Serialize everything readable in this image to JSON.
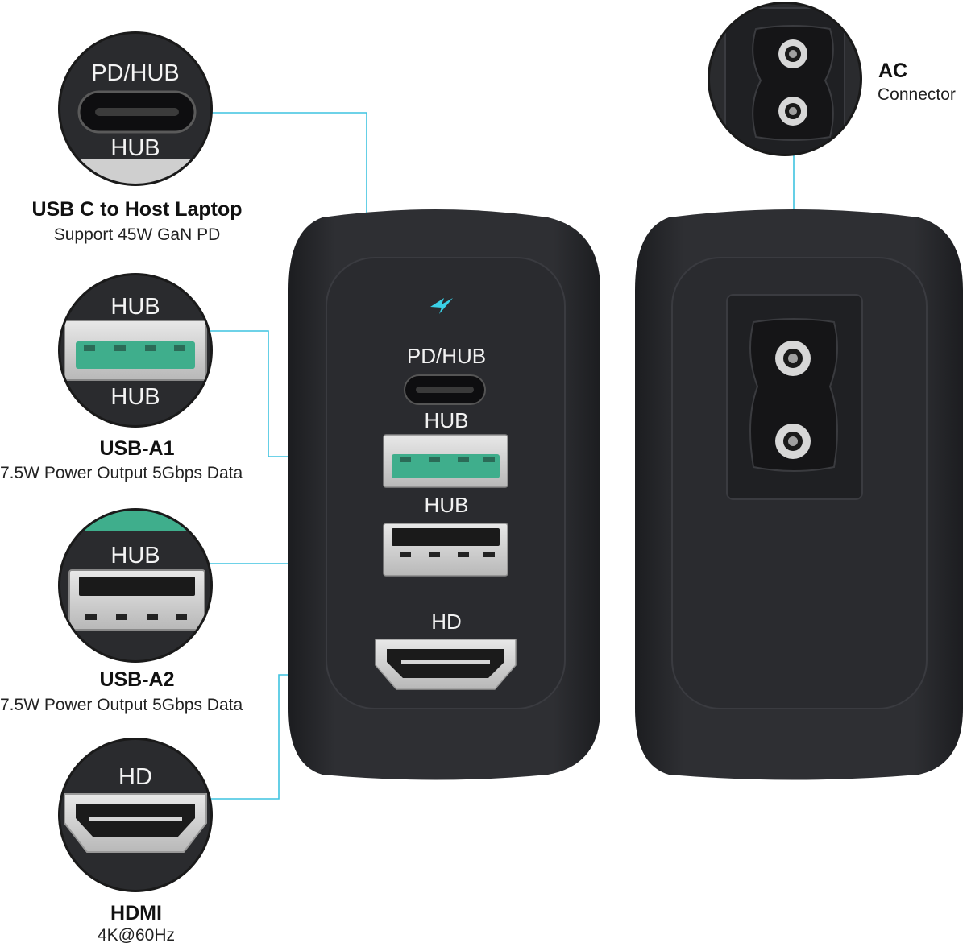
{
  "ports": {
    "usbc": {
      "top_label": "PD/HUB",
      "bottom_label": "HUB",
      "title": "USB C to Host Laptop",
      "subtitle": "Support 45W GaN PD"
    },
    "usba1": {
      "top_label": "HUB",
      "bottom_label": "HUB",
      "title": "USB-A1",
      "subtitle": "7.5W Power Output 5Gbps Data"
    },
    "usba2": {
      "top_label": "HUB",
      "title": "USB-A2",
      "subtitle": "7.5W Power Output 5Gbps Data"
    },
    "hdmi": {
      "top_label": "HD",
      "title": "HDMI",
      "subtitle": "4K@60Hz"
    },
    "ac": {
      "title": "AC",
      "subtitle": "Connector"
    }
  },
  "device": {
    "pd_label": "PD/HUB",
    "hub1_label": "HUB",
    "hub2_label": "HUB",
    "hd_label": "HD"
  },
  "colors": {
    "accent_line": "#3fc3e0",
    "usb_insert_teal": "#3fae8c",
    "device_body": "#2a2b2e",
    "lightning": "#3ad0e6"
  }
}
